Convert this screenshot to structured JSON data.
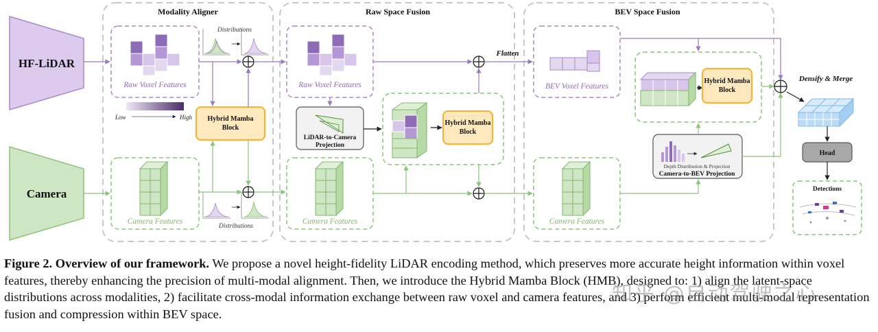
{
  "inputs": {
    "lidar": "HF-LiDAR",
    "camera": "Camera"
  },
  "stages": {
    "modality_aligner": "Modality Aligner",
    "raw_space_fusion": "Raw Space Fusion",
    "bev_space_fusion": "BEV Space Fusion"
  },
  "labels": {
    "raw_voxel_features": "Raw Voxel Features",
    "camera_features": "Camera Features",
    "bev_voxel_features": "BEV Voxel Features",
    "distributions": "Distributions",
    "hybrid_mamba_block_line1": "Hybrid Mamba",
    "hybrid_mamba_block_line2": "Block",
    "low": "Low",
    "high": "High",
    "lidar_to_camera_line1": "LiDAR-to-Camera",
    "lidar_to_camera_line2": "Projection",
    "flatten": "Flatten",
    "densify_merge": "Densify & Merge",
    "depth_distribution": "Depth Distribution & Projection",
    "camera_to_bev": "Camera-to-BEV Projection",
    "head": "Head",
    "detections": "Detections"
  },
  "caption": {
    "figure_label": "Figure 2.",
    "title": "Overview of our framework.",
    "body": "We propose a novel height-fidelity LiDAR encoding method, which preserves more accurate height information within voxel features, thereby enhancing the precision of multi-modal alignment. Then, we introduce the Hybrid Mamba Block (HMB), designed to: 1) align the latent-space distributions across modalities, 2) facilitate cross-modal information exchange between raw voxel and camera features, and 3) perform efficient multi-modal representation fusion and compression within BEV space."
  },
  "watermark": "知乎 @自动驾驶之心",
  "colors": {
    "lidar": "#8e6bb5",
    "lidar_fill": "#e4d8ef",
    "camera": "#7fb86a",
    "camera_fill": "#cfe6c4",
    "hmb": "#f4b53f",
    "hmb_fill": "#fde9bd",
    "stage_border": "#c8c8c8"
  }
}
